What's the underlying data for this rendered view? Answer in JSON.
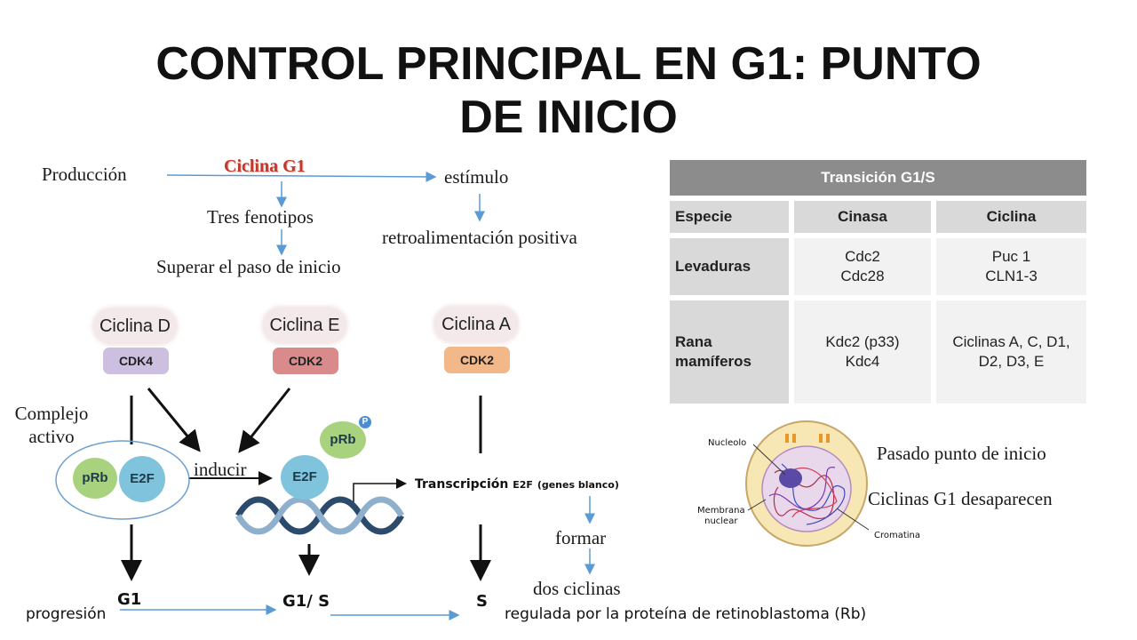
{
  "title": {
    "line1": "CONTROL PRINCIPAL EN G1: PUNTO",
    "line2": "DE INICIO"
  },
  "flow": {
    "produccion": "Producción",
    "ciclina_g1": "Ciclina G1",
    "estimulo": "estímulo",
    "tres_fenotipos": "Tres fenotipos",
    "retroalimentacion": "retroalimentación positiva",
    "superar": "Superar el paso de inicio"
  },
  "pathway": {
    "ciclina_d": "Ciclina D",
    "ciclina_e": "Ciclina E",
    "ciclina_a": "Ciclina A",
    "cdk4": "CDK4",
    "cdk2_e": "CDK2",
    "cdk2_a": "CDK2",
    "complejo": "Complejo\nactivo",
    "prb": "pRb",
    "e2f": "E2F",
    "inducir": "inducir",
    "prb_p": "pRb",
    "phospho": "P",
    "e2f_free": "E2F",
    "transcripcion": "Transcripción",
    "transcripcion_suffix": "E2F",
    "genes_blanco": "(genes blanco)",
    "g1": "G1",
    "g1s": "G1/ S",
    "s": "S",
    "formar": "formar",
    "dos_ciclinas": "dos ciclinas",
    "progresion": "progresión",
    "regulada": "regulada por la proteína de retinoblastoma (Rb)"
  },
  "table": {
    "caption": "Transición G1/S",
    "headers": [
      "Especie",
      "Cinasa",
      "Ciclina"
    ],
    "rows": [
      {
        "especie": "Levaduras",
        "cinasa": "Cdc2\nCdc28",
        "ciclina": "Puc 1\nCLN1-3"
      },
      {
        "especie": "Rana\nmamíferos",
        "cinasa": "Kdc2 (p33)\nKdc4",
        "ciclina": "Ciclinas A, C, D1,\nD2, D3, E"
      }
    ]
  },
  "cell": {
    "nucleolo": "Nucleolo",
    "membrana": "Membrana\nnuclear",
    "cromatina": "Cromatina",
    "pasado": "Pasado punto de inicio",
    "desaparecen": "Ciclinas G1 desaparecen"
  },
  "colors": {
    "ciclina_g1": "#c0392b",
    "arrow_blue": "#5b9bd5",
    "cdk4": "#cdbfe0",
    "cdk2_e": "#d98a8a",
    "cdk2_a": "#f2b88a",
    "e2f": "#7fc3dc",
    "prb": "#a9d27f",
    "table_header": "#8c8c8c",
    "table_cell": "#d9d9d9"
  }
}
